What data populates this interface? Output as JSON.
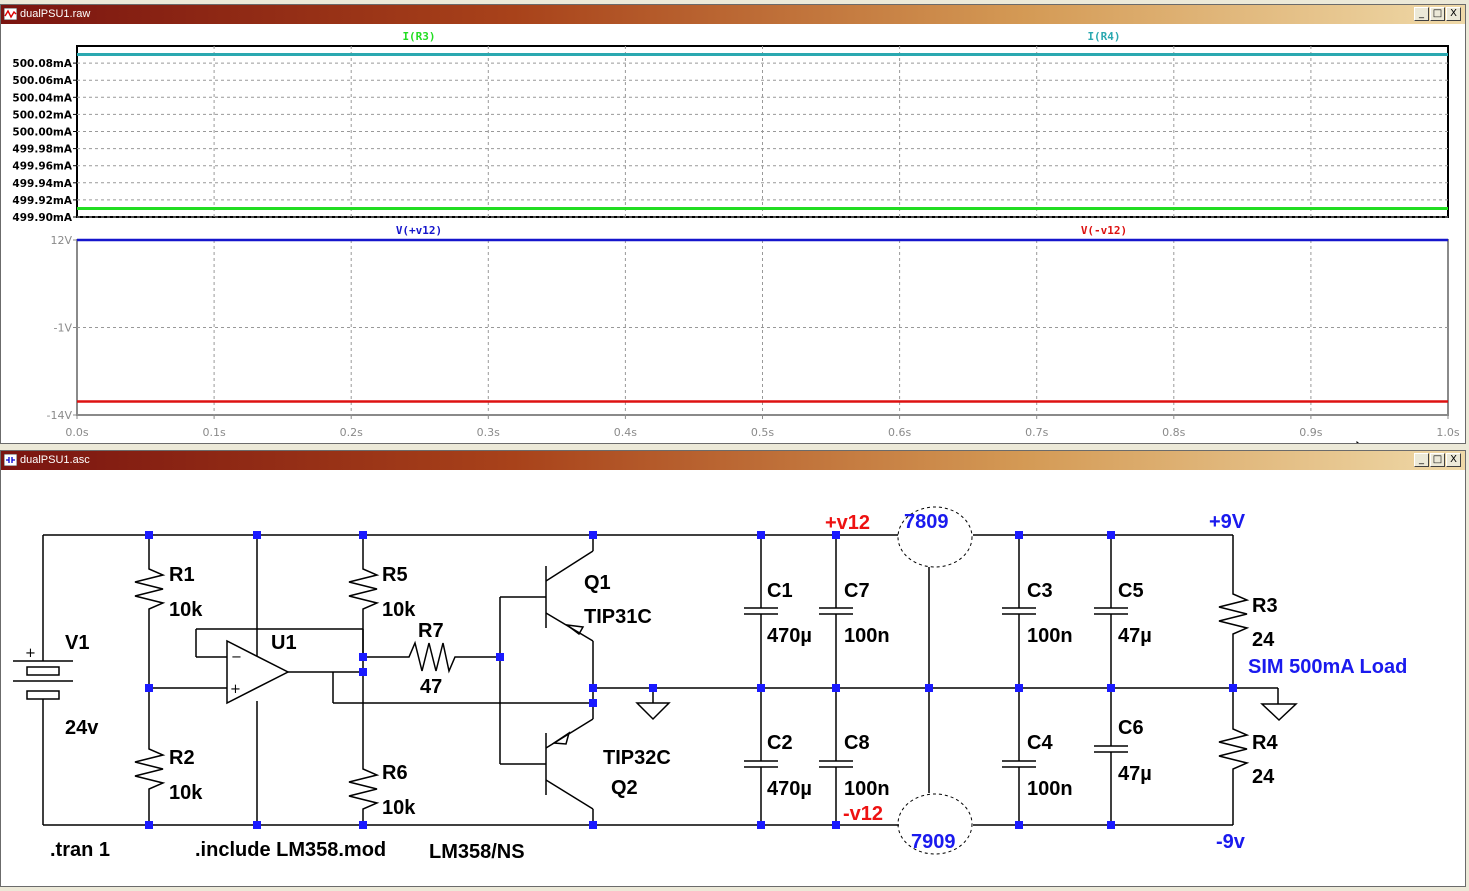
{
  "windows": {
    "plot": {
      "title": "dualPSU1.raw",
      "controls": [
        "_",
        "□",
        "X"
      ]
    },
    "schematic": {
      "title": "dualPSU1.asc",
      "controls": [
        "_",
        "□",
        "X"
      ]
    }
  },
  "plot": {
    "top_pane": {
      "traces": [
        {
          "name": "I(R3)",
          "color": "#22dd22",
          "value_mA": 499.91
        },
        {
          "name": "I(R4)",
          "color": "#2aa8b0",
          "value_mA": 500.09
        }
      ],
      "y_ticks": [
        "500.08mA",
        "500.06mA",
        "500.04mA",
        "500.02mA",
        "500.00mA",
        "499.98mA",
        "499.96mA",
        "499.94mA",
        "499.92mA",
        "499.90mA"
      ],
      "ylim": [
        499.9,
        500.1
      ]
    },
    "bottom_pane": {
      "traces": [
        {
          "name": "V(+v12)",
          "color": "#1515cc",
          "value_V": 12
        },
        {
          "name": "V(-v12)",
          "color": "#dd1111",
          "value_V": -12
        }
      ],
      "y_ticks": [
        "12V",
        "-1V",
        "-14V"
      ],
      "ylim": [
        -14,
        12
      ]
    },
    "x_ticks": [
      "0.0s",
      "0.1s",
      "0.2s",
      "0.3s",
      "0.4s",
      "0.5s",
      "0.6s",
      "0.7s",
      "0.8s",
      "0.9s",
      "1.0s"
    ]
  },
  "schematic": {
    "components": {
      "V1": {
        "ref": "V1",
        "value": "24v"
      },
      "R1": {
        "ref": "R1",
        "value": "10k"
      },
      "R2": {
        "ref": "R2",
        "value": "10k"
      },
      "U1": {
        "ref": "U1"
      },
      "R5": {
        "ref": "R5",
        "value": "10k"
      },
      "R6": {
        "ref": "R6",
        "value": "10k"
      },
      "R7": {
        "ref": "R7",
        "value": "47"
      },
      "Q1": {
        "ref": "Q1",
        "value": "TIP31C"
      },
      "Q2": {
        "ref": "Q2",
        "value": "TIP32C"
      },
      "C1": {
        "ref": "C1",
        "value": "470µ"
      },
      "C2": {
        "ref": "C2",
        "value": "470µ"
      },
      "C7": {
        "ref": "C7",
        "value": "100n"
      },
      "C8": {
        "ref": "C8",
        "value": "100n"
      },
      "C3": {
        "ref": "C3",
        "value": "100n"
      },
      "C4": {
        "ref": "C4",
        "value": "100n"
      },
      "C5": {
        "ref": "C5",
        "value": "47µ"
      },
      "C6": {
        "ref": "C6",
        "value": "47µ"
      },
      "R3": {
        "ref": "R3",
        "value": "24"
      },
      "R4": {
        "ref": "R4",
        "value": "24"
      }
    },
    "nets": {
      "pos12": "+v12",
      "neg12": "-v12",
      "pos9": "+9V",
      "neg9": "-9v"
    },
    "regulators": {
      "top": "7809",
      "bottom": "7909"
    },
    "directives": {
      "tran": ".tran 1",
      "include": ".include LM358.mod",
      "opamp": "LM358/NS",
      "load_note": "SIM 500mA Load"
    },
    "colors": {
      "wire": "#000000",
      "junction": "#1a1aff",
      "net_red": "#ee1111",
      "net_blue": "#1a1aee"
    }
  }
}
